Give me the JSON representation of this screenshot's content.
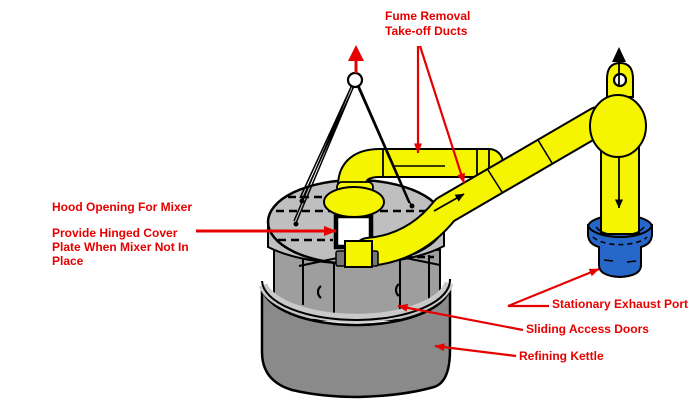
{
  "diagram": {
    "labels": {
      "fume_removal": {
        "line1": "Fume Removal",
        "line2": "Take-off Ducts"
      },
      "hood_opening": {
        "text": "Hood Opening For Mixer"
      },
      "hinged_cover": {
        "line1": "Provide Hinged Cover",
        "line2": "Plate When Mixer Not In",
        "line3": "Place"
      },
      "stationary_exhaust_port": {
        "text": "Stationary Exhaust Port"
      },
      "sliding_access_doors": {
        "text": "Sliding Access Doors"
      },
      "refining_kettle": {
        "text": "Refining Kettle"
      }
    },
    "colors": {
      "annotation_red": "#e60000",
      "duct_yellow": "#f5f500",
      "hood_gray": "#bfbfbf",
      "door_gray": "#9e9e9e",
      "kettle_gray": "#8a8a8a",
      "rim_gray": "#c9c9c9",
      "port_blue": "#2767c9",
      "outline_black": "#000000",
      "background": "#ffffff"
    }
  }
}
